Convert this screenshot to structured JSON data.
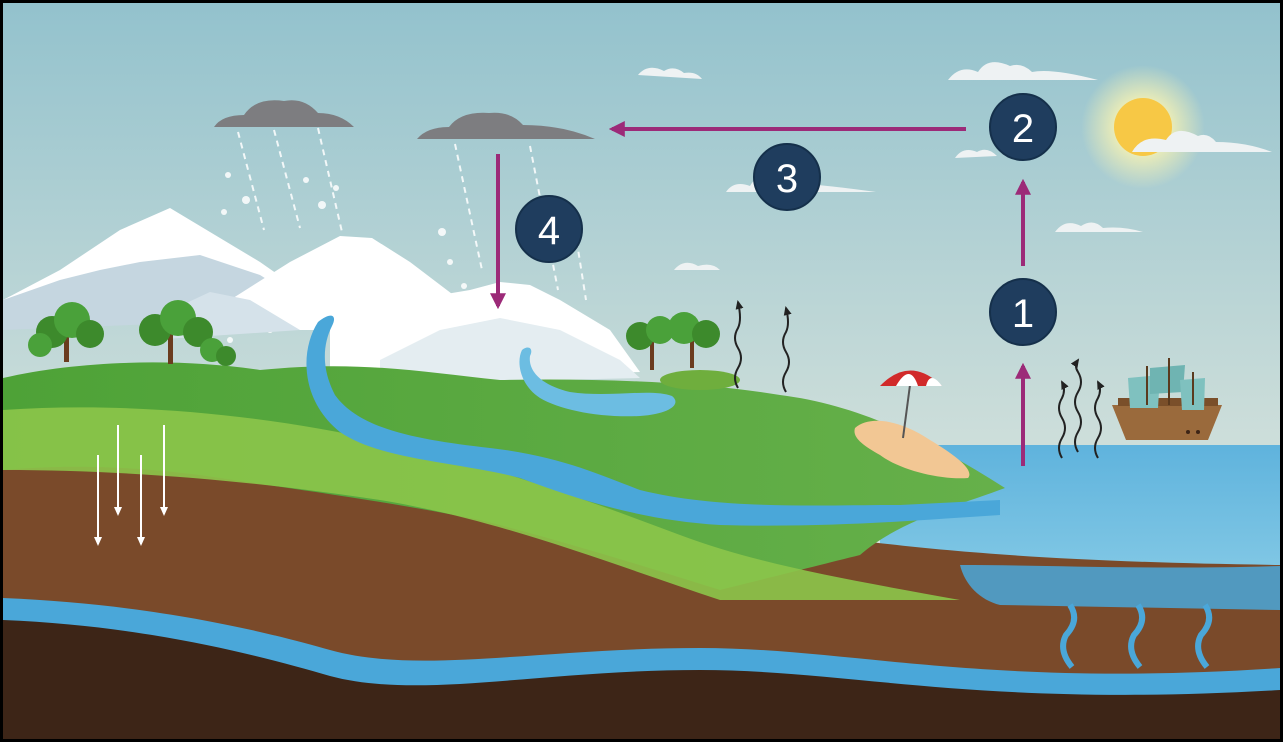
{
  "diagram": {
    "steps": [
      {
        "id": "1",
        "label": "1"
      },
      {
        "id": "2",
        "label": "2"
      },
      {
        "id": "3",
        "label": "3"
      },
      {
        "id": "4",
        "label": "4"
      }
    ],
    "colors": {
      "sky_top": "#9ac5cf",
      "sky_bottom": "#e6ece6",
      "arrow": "#9c2a78",
      "badge": "#1f3d5e",
      "sea": "#5cb2dc",
      "grass": "#5aa63a",
      "soil": "#7a4a2a",
      "deep_soil": "#3d2517",
      "groundwater": "#4aa7d9",
      "sun": "#f7c845",
      "cloud_rain": "#8a8a8a"
    },
    "icons": [
      "sun-icon",
      "rain-cloud-icon",
      "umbrella-icon",
      "ship-icon",
      "tree-icon",
      "mountain-icon"
    ]
  }
}
